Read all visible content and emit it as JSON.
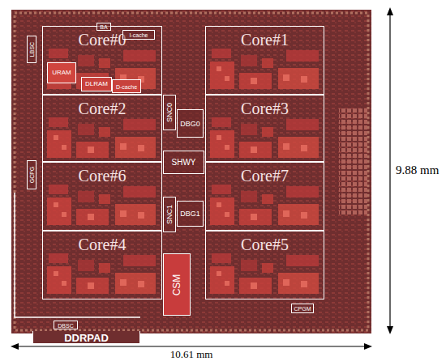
{
  "diagram": {
    "nodes": [
      {
        "text": [
          "Core#0"
        ]
      },
      {
        "text": [
          "BA"
        ],
        "in": 0
      },
      {
        "text": [
          "I-cache"
        ],
        "in": 0
      },
      {
        "text": [
          "URAM"
        ],
        "in": 0
      },
      {
        "text": [
          "DLRAM"
        ],
        "in": 0
      },
      {
        "text": [
          "D-cache"
        ],
        "in": 0
      },
      {
        "text": [
          "LBSC"
        ]
      },
      {
        "text": [
          "Core#1"
        ]
      },
      {
        "text": [
          "SNC0"
        ]
      },
      {
        "text": [
          "DBG0"
        ]
      },
      {
        "text": [
          "Core#2"
        ]
      },
      {
        "text": [
          "Core#3"
        ]
      },
      {
        "text": [
          "SHWY"
        ]
      },
      {
        "text": [
          "GCPG"
        ]
      },
      {
        "text": [
          "Core#6"
        ]
      },
      {
        "text": [
          "Core#7"
        ]
      },
      {
        "text": [
          "SNC1"
        ]
      },
      {
        "text": [
          "DBG1"
        ]
      },
      {
        "text": [
          "Core#4"
        ]
      },
      {
        "text": [
          "Core#5"
        ]
      },
      {
        "text": [
          "CSM"
        ]
      },
      {
        "text": [
          "DBSC"
        ]
      },
      {
        "text": [
          "CPGM"
        ]
      },
      {
        "text": [
          "DDRPAD"
        ]
      }
    ],
    "labels": [
      "9.88 mm",
      "10.61 mm"
    ]
  }
}
